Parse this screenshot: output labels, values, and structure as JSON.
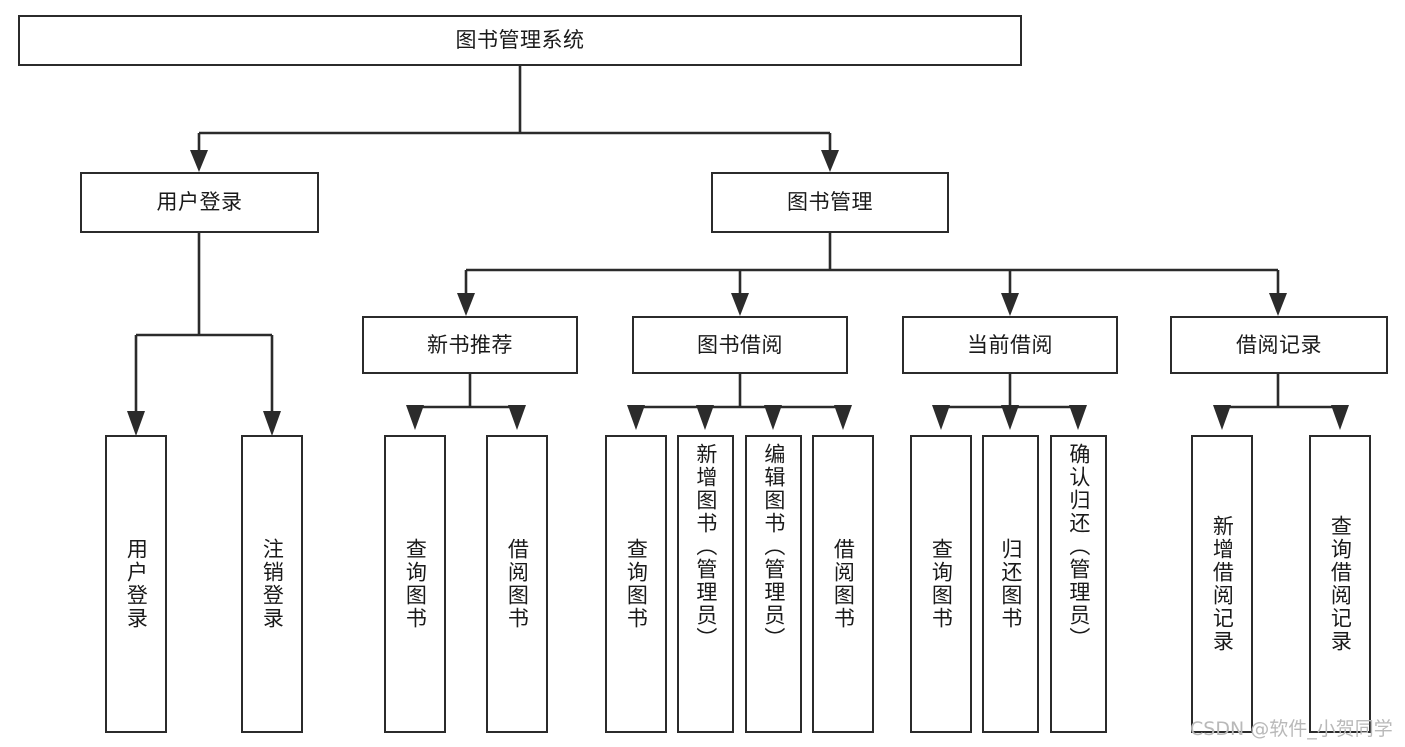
{
  "diagram": {
    "title": "图书管理系统",
    "type": "tree-hierarchy-diagram",
    "theme": {
      "background": "#ffffff",
      "box_border": "#2b2b2b",
      "box_fill": "#ffffff",
      "text": "#1a1a1a",
      "edge": "#2b2b2b",
      "watermark": "#b9b9b9"
    },
    "watermark": "CSDN @软件_小贺同学",
    "nodes": {
      "root": {
        "label": "图书管理系统"
      },
      "level1": [
        {
          "id": "user-login",
          "label": "用户登录"
        },
        {
          "id": "book-management",
          "label": "图书管理"
        }
      ],
      "level2": [
        {
          "id": "new-book-recommend",
          "label": "新书推荐"
        },
        {
          "id": "book-borrow",
          "label": "图书借阅"
        },
        {
          "id": "current-borrow",
          "label": "当前借阅"
        },
        {
          "id": "borrow-record",
          "label": "借阅记录"
        }
      ],
      "leaves": {
        "user-login": [
          {
            "id": "leaf-user-login",
            "label": "用户登录"
          },
          {
            "id": "leaf-logout-login",
            "label": "注销登录"
          }
        ],
        "new-book-recommend": [
          {
            "id": "leaf-query-book-1",
            "label": "查询图书"
          },
          {
            "id": "leaf-borrow-book-1",
            "label": "借阅图书"
          }
        ],
        "book-borrow": [
          {
            "id": "leaf-query-book-2",
            "label": "查询图书"
          },
          {
            "id": "leaf-add-book-admin",
            "label": "新增图书（管理员）"
          },
          {
            "id": "leaf-edit-book-admin",
            "label": "编辑图书（管理员）"
          },
          {
            "id": "leaf-borrow-book-2",
            "label": "借阅图书"
          }
        ],
        "current-borrow": [
          {
            "id": "leaf-query-book-3",
            "label": "查询图书"
          },
          {
            "id": "leaf-return-book",
            "label": "归还图书"
          },
          {
            "id": "leaf-confirm-return-admin",
            "label": "确认归还（管理员）"
          }
        ],
        "borrow-record": [
          {
            "id": "leaf-add-borrow-record",
            "label": "新增借阅记录"
          },
          {
            "id": "leaf-query-borrow-record",
            "label": "查询借阅记录"
          }
        ]
      }
    }
  }
}
